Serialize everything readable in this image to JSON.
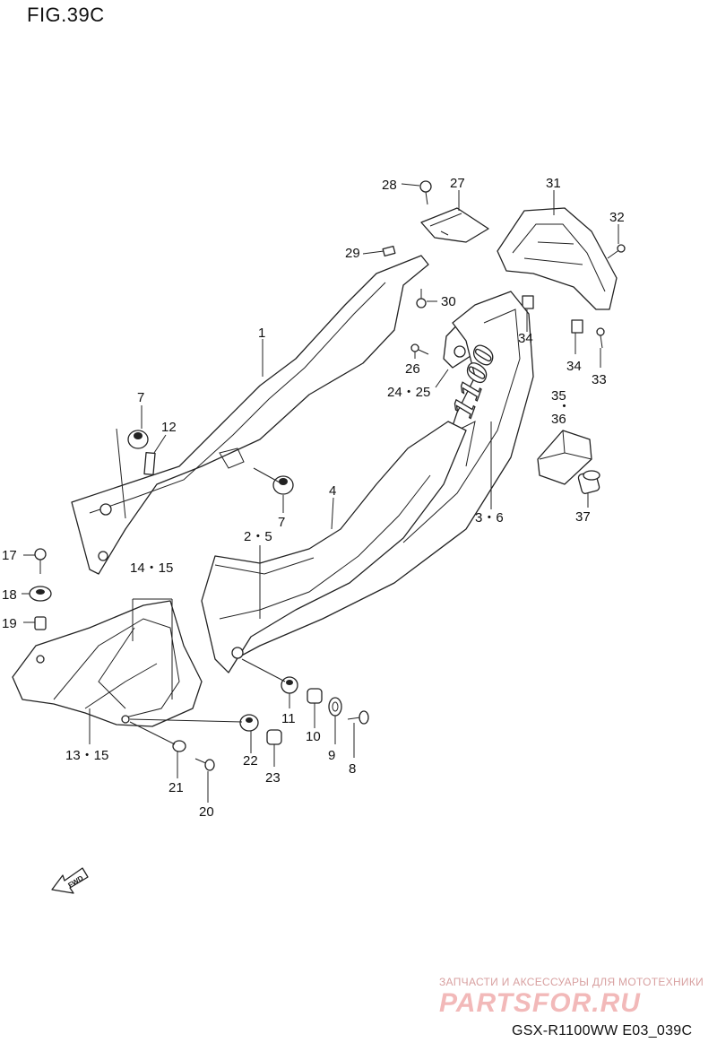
{
  "figure": {
    "title": "FIG.39C",
    "code": "GSX-R1100WW   E03_039C"
  },
  "watermark": {
    "subtitle": "ЗАПЧАСТИ И АКСЕССУАРЫ ДЛЯ МОТОТЕХНИКИ",
    "brand": "PARTSFOR.RU"
  },
  "emblem": "1100",
  "direction_marker": "FWD",
  "callouts": [
    {
      "id": "c28",
      "text": "28"
    },
    {
      "id": "c27",
      "text": "27"
    },
    {
      "id": "c31",
      "text": "31"
    },
    {
      "id": "c32",
      "text": "32"
    },
    {
      "id": "c29",
      "text": "29"
    },
    {
      "id": "c30",
      "text": "30"
    },
    {
      "id": "c34a",
      "text": "34"
    },
    {
      "id": "c1",
      "text": "1"
    },
    {
      "id": "c26",
      "text": "26"
    },
    {
      "id": "c34b",
      "text": "34"
    },
    {
      "id": "c33",
      "text": "33"
    },
    {
      "id": "c2425",
      "text": "24・25"
    },
    {
      "id": "c7a",
      "text": "7"
    },
    {
      "id": "c35",
      "text": "35"
    },
    {
      "id": "cdot",
      "text": "・"
    },
    {
      "id": "c36",
      "text": "36"
    },
    {
      "id": "c12",
      "text": "12"
    },
    {
      "id": "c4",
      "text": "4"
    },
    {
      "id": "c36b",
      "text": "3・6"
    },
    {
      "id": "c7b",
      "text": "7"
    },
    {
      "id": "c37",
      "text": "37"
    },
    {
      "id": "c25",
      "text": "2・5"
    },
    {
      "id": "c17",
      "text": "17"
    },
    {
      "id": "c1415",
      "text": "14・15"
    },
    {
      "id": "c18",
      "text": "18"
    },
    {
      "id": "c19",
      "text": "19"
    },
    {
      "id": "c11",
      "text": "11"
    },
    {
      "id": "c10",
      "text": "10"
    },
    {
      "id": "c9",
      "text": "9"
    },
    {
      "id": "c8",
      "text": "8"
    },
    {
      "id": "c1315",
      "text": "13・15"
    },
    {
      "id": "c22",
      "text": "22"
    },
    {
      "id": "c23",
      "text": "23"
    },
    {
      "id": "c21",
      "text": "21"
    },
    {
      "id": "c20",
      "text": "20"
    }
  ]
}
